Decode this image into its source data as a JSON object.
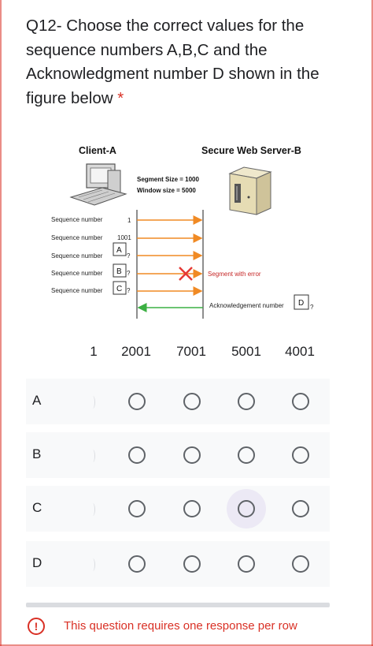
{
  "question": {
    "text": "Q12- Choose the correct values for the sequence numbers A,B,C and the Acknowledgment number D shown in the figure below",
    "required_mark": "*"
  },
  "figure": {
    "client_label": "Client-A",
    "server_label": "Secure Web Server-B",
    "segment_size": "Segment Size  =  1000",
    "window_size": "Window size  =  5000",
    "seq_rows": [
      {
        "label": "Sequence number",
        "value": "1"
      },
      {
        "label": "Sequence number",
        "value": "1001"
      },
      {
        "label": "Sequence number",
        "box": "A",
        "mark": "?"
      },
      {
        "label": "Sequence number",
        "box": "B",
        "mark": "?"
      },
      {
        "label": "Sequence number",
        "box": "C",
        "mark": "?"
      }
    ],
    "error_label": "Segment with error",
    "ack_label": "Acknowledgement number",
    "ack_box": "D",
    "ack_mark": "?"
  },
  "grid": {
    "columns": [
      "1",
      "2001",
      "7001",
      "5001",
      "4001"
    ],
    "rows": [
      {
        "label": "A"
      },
      {
        "label": "B"
      },
      {
        "label": "C"
      },
      {
        "label": "D"
      }
    ],
    "hovered": {
      "row": 2,
      "col": 3
    }
  },
  "validation": {
    "icon": "!",
    "message": "This question requires one response per row"
  },
  "colors": {
    "required": "#d93025",
    "error": "#d93025",
    "arrow_orange": "#f08a24",
    "arrow_green": "#3cb043",
    "hover_bg": "#ece9f5"
  }
}
